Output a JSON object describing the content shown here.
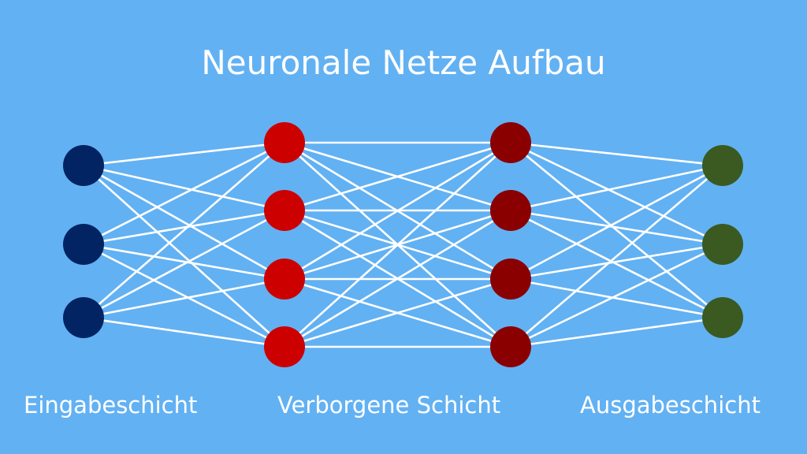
{
  "title": "Neuronale Netze Aufbau",
  "colors": {
    "background": "#62b1f3",
    "connection": "#ffffff",
    "input_node": "#032463",
    "hidden_1_node": "#cd0000",
    "hidden_2_node": "#8a0000",
    "output_node": "#3b5a21",
    "text": "#ffffff"
  },
  "layers": [
    {
      "id": "input",
      "neurons": 3,
      "color_key": "input_node"
    },
    {
      "id": "hidden-1",
      "neurons": 4,
      "color_key": "hidden_1_node"
    },
    {
      "id": "hidden-2",
      "neurons": 4,
      "color_key": "hidden_2_node"
    },
    {
      "id": "output",
      "neurons": 3,
      "color_key": "output_node"
    }
  ],
  "connectivity": "fully-connected",
  "labels": {
    "input": "Eingabeschicht",
    "hidden": "Verborgene Schicht",
    "output": "Ausgabeschicht"
  }
}
